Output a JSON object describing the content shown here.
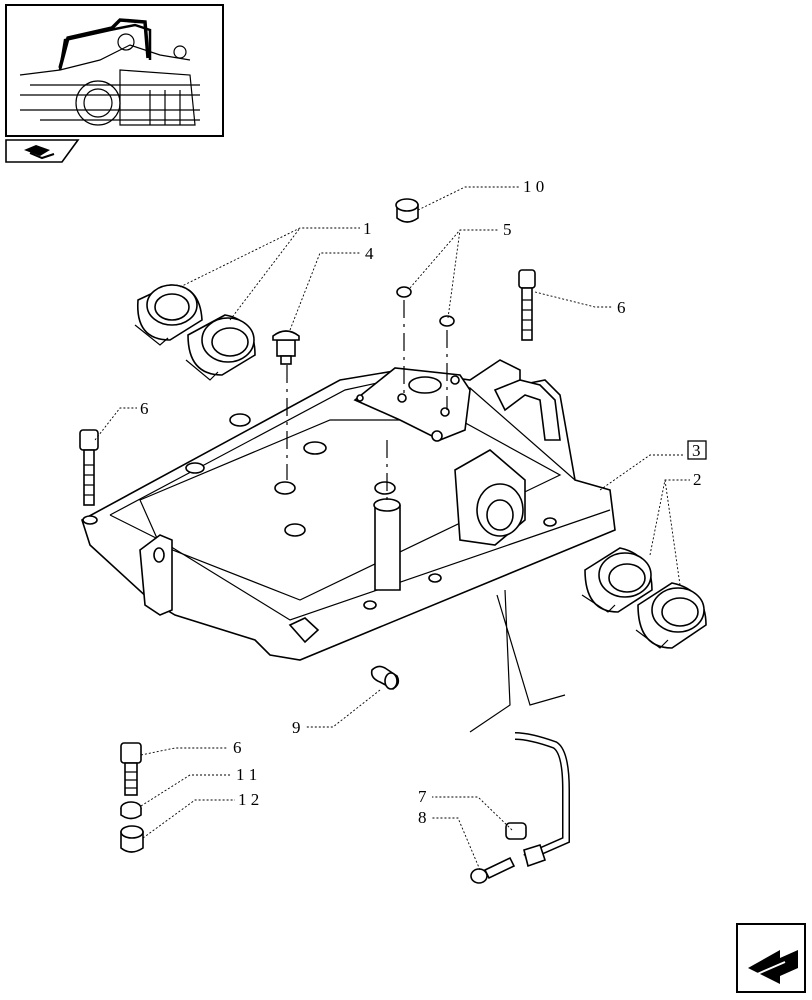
{
  "diagram": {
    "thumbnail_alt": "tractor-overview-thumbnail",
    "nav_icons": {
      "prev": "folder-back-icon",
      "next": "next-page-arrow-icon"
    },
    "callouts": [
      {
        "id": "c10",
        "text": "1 0"
      },
      {
        "id": "c1",
        "text": "1"
      },
      {
        "id": "c5",
        "text": "5"
      },
      {
        "id": "c4",
        "text": "4"
      },
      {
        "id": "c6a",
        "text": "6"
      },
      {
        "id": "c6b",
        "text": "6"
      },
      {
        "id": "c3",
        "text": "3"
      },
      {
        "id": "c2",
        "text": "2"
      },
      {
        "id": "c9",
        "text": "9"
      },
      {
        "id": "c6c",
        "text": "6"
      },
      {
        "id": "c11",
        "text": "1 1"
      },
      {
        "id": "c12",
        "text": "1 2"
      },
      {
        "id": "c7",
        "text": "7"
      },
      {
        "id": "c8",
        "text": "8"
      }
    ]
  }
}
